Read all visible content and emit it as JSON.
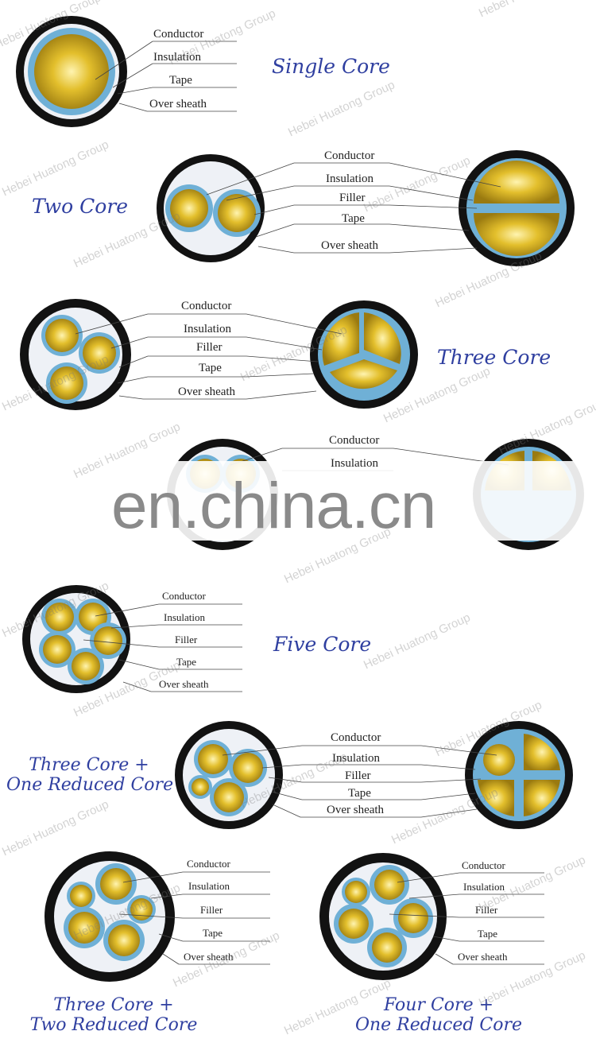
{
  "titles": {
    "single": "Single Core",
    "two": "Two Core",
    "three": "Three Core",
    "five": "Five Core",
    "three_plus_one_1": "Three Core +",
    "three_plus_one_2": "One Reduced Core",
    "three_plus_two_1": "Three Core +",
    "three_plus_two_2": "Two Reduced Core",
    "four_plus_one_1": "Four Core +",
    "four_plus_one_2": "One Reduced Core"
  },
  "labels": {
    "conductor": "Conductor",
    "insulation": "Insulation",
    "filler": "Filler",
    "tape": "Tape",
    "over_sheath": "Over sheath"
  },
  "watermark": "Hebei Huatong Group",
  "banner": "en.china.cn",
  "colors": {
    "title": "#2f3fa0",
    "sheath": "#121212",
    "insulation": "#6fb0d6",
    "conductor_gold": "#d9b21c",
    "filler": "#eef1f6"
  }
}
